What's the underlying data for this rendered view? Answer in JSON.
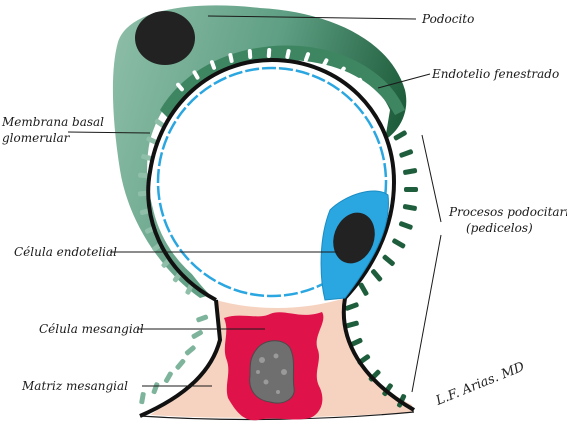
{
  "diagram": {
    "labels": {
      "podocito": "Podocito",
      "endotelio": "Endotelio fenestrado",
      "membrana_line1": "Membrana basal",
      "membrana_line2": "glomerular",
      "procesos_line1": "Procesos podocitarios",
      "procesos_line2": "(pedicelos)",
      "celula_endotelial": "Célula endotelial",
      "celula_mesangial": "Célula mesangial",
      "matriz_mesangial": "Matriz mesangial"
    },
    "signature": "L.F. Arias. MD",
    "colors": {
      "podocyte_light": "#8fbfa9",
      "podocyte_dark": "#1f5e3c",
      "endothelium": "#2aa6e0",
      "basement_membrane": "#111111",
      "mesangial_cell": "#e0124a",
      "mesangial_matrix": "#f6d3c0",
      "nucleus": "#222222",
      "mesangial_nucleus": "#7a7a7a"
    }
  }
}
